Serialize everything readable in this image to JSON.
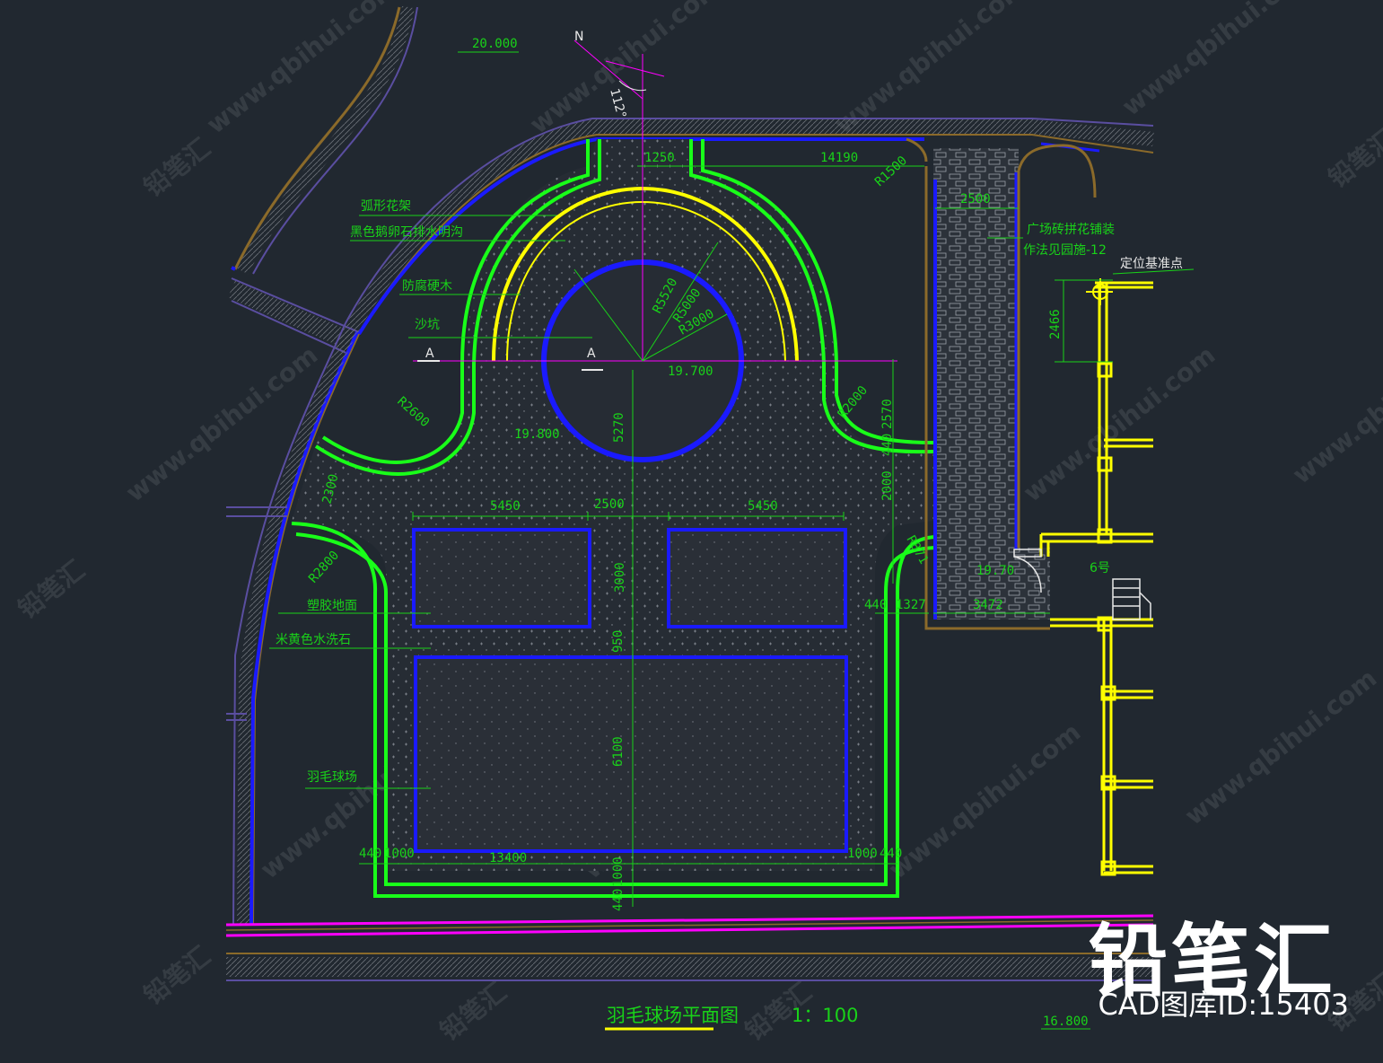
{
  "title": "羽毛球场平面图",
  "scale": "1：100",
  "north": "N",
  "angle": "112°",
  "watermark": {
    "brand": "铅笔汇",
    "id_text": "CAD图库ID:15403",
    "url": "www.qbihui.com"
  },
  "elevations": {
    "top_left": "20.000",
    "center": "19.700",
    "left_mid": "19.800",
    "right_entry": "19.70",
    "bottom_right": "16.800"
  },
  "labels": {
    "arc_pergola": "弧形花架",
    "drain": "黑色鹅卵石排水明沟",
    "timber": "防腐硬木",
    "sandpit": "沙坑",
    "plastic": "塑胶地面",
    "wash_stone": "米黄色水洗石",
    "court": "羽毛球场",
    "paving_1": "广场砖拼花铺装",
    "paving_2": "作法见园施-12",
    "datum": "定位基准点",
    "building": "6号",
    "section": "A"
  },
  "dimensions": {
    "d1250": "1250",
    "d14190": "14190",
    "r1500": "R1500",
    "d2500_top": "2500",
    "r5520": "R5520",
    "r5000": "R5000",
    "r3000": "R3000",
    "d2466": "2466",
    "r2600": "R2600",
    "d5270": "5270",
    "r2000": "R2000",
    "d2570": "2570",
    "d440_a": "440",
    "d2000": "2000",
    "d2300": "2300",
    "d5450_l": "5450",
    "d2500_mid": "2500",
    "d5450_r": "5450",
    "r871": "R871",
    "r2800": "R2800",
    "d3000": "3000",
    "d440_b": "440",
    "d1327": "1327",
    "d3472": "3472",
    "d950": "950",
    "d6100": "6100",
    "d440_c": "440",
    "d1000_l": "1000",
    "d13400": "13400",
    "d1000_r": "1000",
    "d440_d": "440",
    "d1000_v": "1000",
    "d440_v": "440"
  },
  "colors": {
    "background": "#212830",
    "green": "#19ff19",
    "blue": "#1a1aff",
    "yellow": "#ffff00",
    "purple": "#5a4ea0",
    "brown": "#8b6a2a",
    "magenta": "#ff00ff",
    "dim": "#19d219"
  }
}
